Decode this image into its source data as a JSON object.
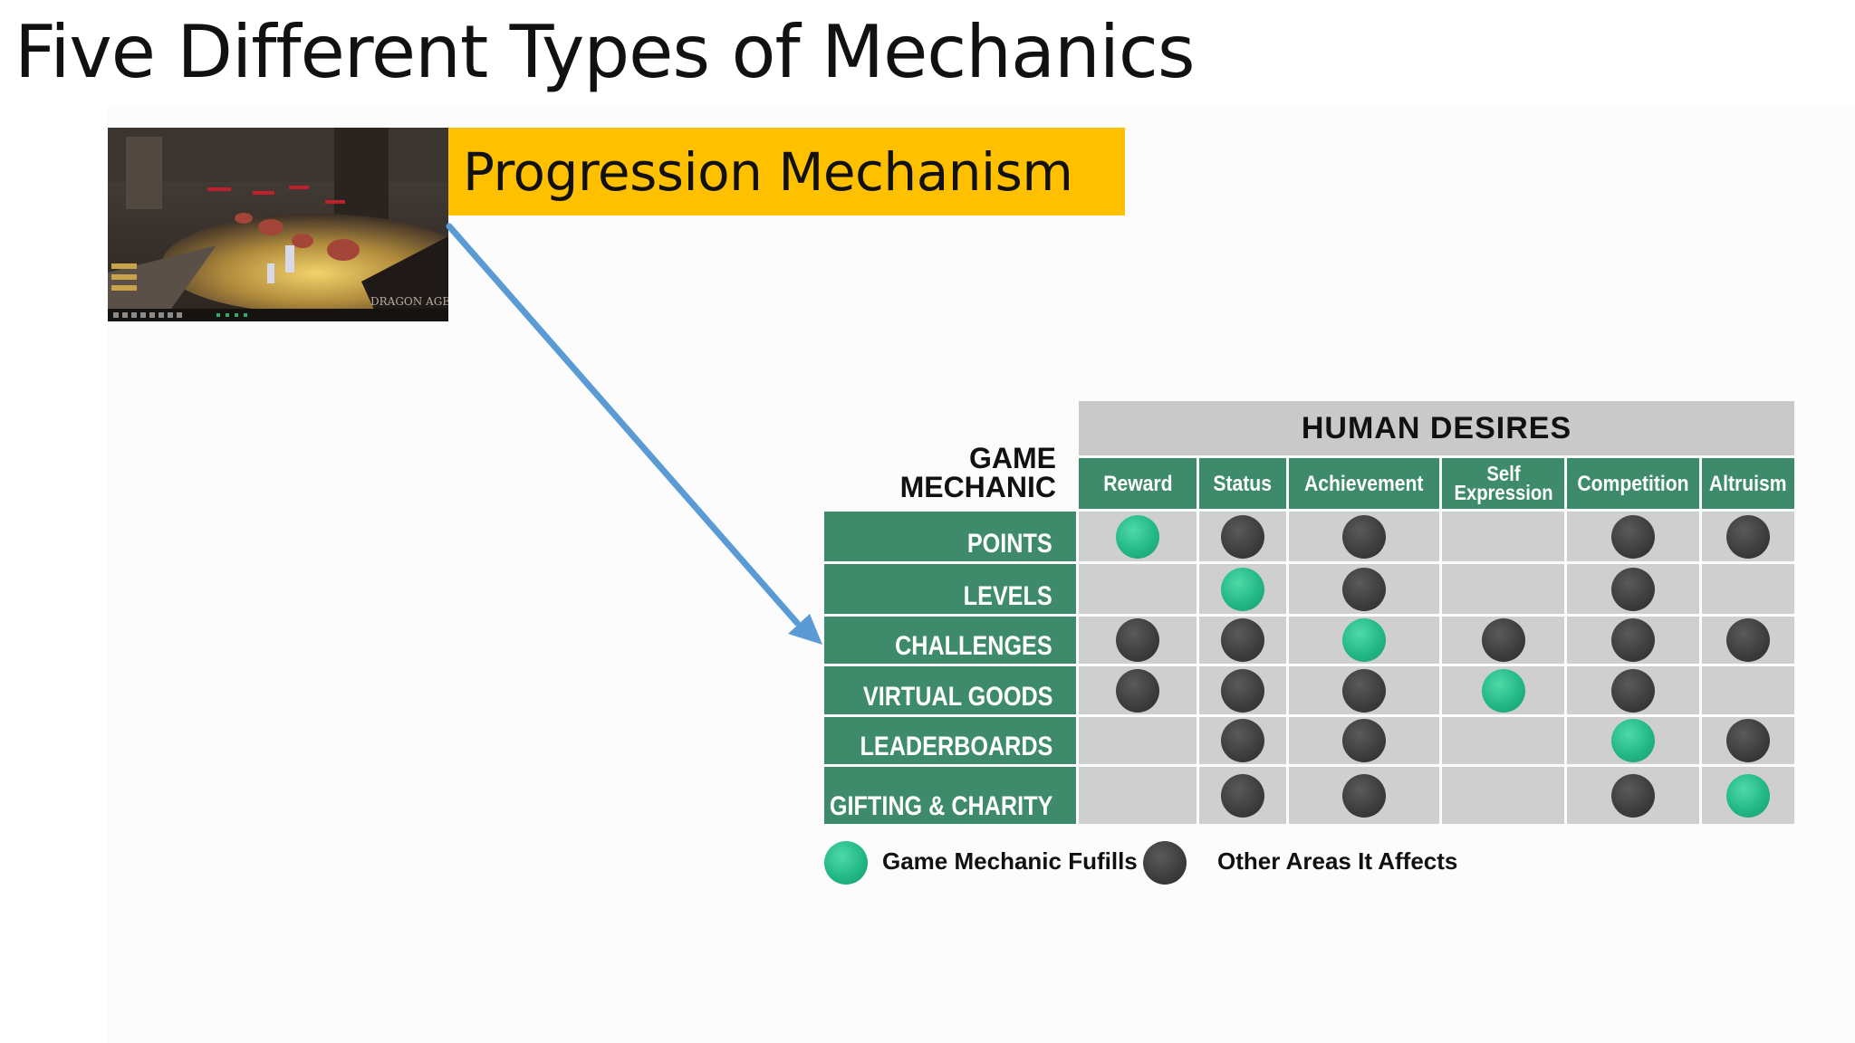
{
  "slide": {
    "title": "Five Different Types of Mechanics",
    "banner_label": "Progression Mechanism",
    "screenshot_watermark": "DRAGON AGE II"
  },
  "table": {
    "top_header": "HUMAN DESIRES",
    "corner_label_line1": "GAME",
    "corner_label_line2": "MECHANIC",
    "columns": [
      {
        "label": "Reward"
      },
      {
        "label": "Status"
      },
      {
        "label": "Achievement"
      },
      {
        "label": "Self Expression",
        "line1": "Self",
        "line2": "Expression"
      },
      {
        "label": "Competition"
      },
      {
        "label": "Altruism"
      }
    ],
    "rows": [
      {
        "label": "POINTS",
        "cells": [
          "fulfills",
          "affects",
          "affects",
          "",
          "affects",
          "affects"
        ]
      },
      {
        "label": "LEVELS",
        "cells": [
          "",
          "fulfills",
          "affects",
          "",
          "affects",
          ""
        ]
      },
      {
        "label": "CHALLENGES",
        "cells": [
          "affects",
          "affects",
          "fulfills",
          "affects",
          "affects",
          "affects"
        ]
      },
      {
        "label": "VIRTUAL GOODS",
        "cells": [
          "affects",
          "affects",
          "affects",
          "fulfills",
          "affects",
          ""
        ]
      },
      {
        "label": "LEADERBOARDS",
        "cells": [
          "",
          "affects",
          "affects",
          "",
          "fulfills",
          "affects"
        ]
      },
      {
        "label": "GIFTING & CHARITY",
        "cells": [
          "",
          "affects",
          "affects",
          "",
          "affects",
          "fulfills"
        ]
      }
    ],
    "colors": {
      "header_green": "#3e8b6c",
      "cell_gray": "#cfcfcf",
      "fulfills": "#23b886",
      "affects": "#3c3c3c",
      "banner": "#ffc000",
      "arrow": "#5b9bd5"
    }
  },
  "legend": {
    "fulfills_label": "Game Mechanic Fufills",
    "affects_label": "Other Areas It Affects"
  }
}
